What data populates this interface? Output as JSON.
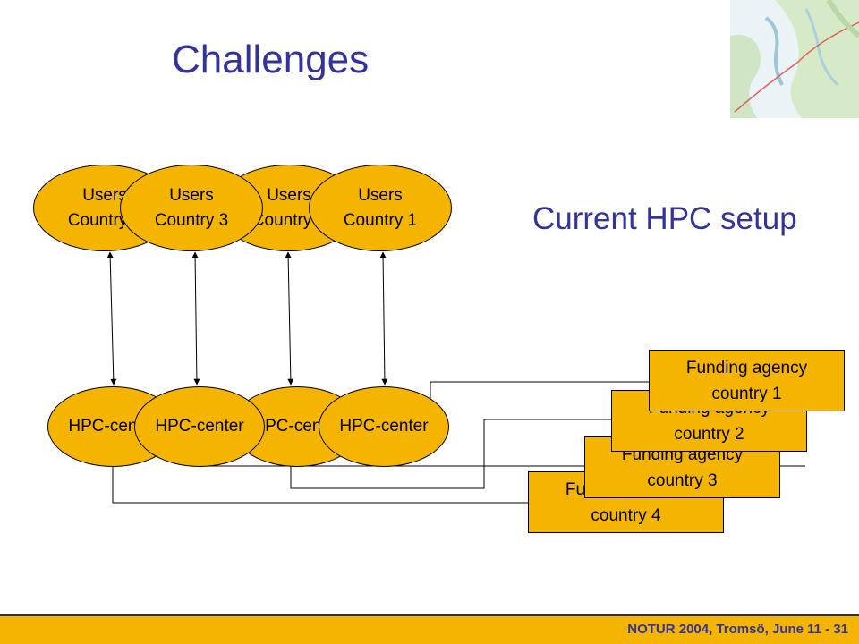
{
  "title": "Challenges",
  "subtitle": "Current HPC setup",
  "users": [
    {
      "line1": "Users",
      "line2": "Country 4"
    },
    {
      "line1": "Users",
      "line2": "Country 3"
    },
    {
      "line1": "Users",
      "line2": "Country 2"
    },
    {
      "line1": "Users",
      "line2": "Country 1"
    }
  ],
  "hpc_centers": [
    {
      "label": "HPC-center"
    },
    {
      "label": "HPC-center"
    },
    {
      "label": "HPC-center"
    },
    {
      "label": "HPC-center"
    }
  ],
  "funding": [
    {
      "line1": "Funding agency",
      "line2": "country 4"
    },
    {
      "line1": "Funding agency",
      "line2": "country 3"
    },
    {
      "line1": "Funding agency",
      "line2": "country 2"
    },
    {
      "line1": "Funding agency",
      "line2": "country 1"
    }
  ],
  "footer": "NOTUR 2004, Tromsö, June 11 - 31",
  "colors": {
    "title": "#333399",
    "node_fill": "#F5B400",
    "footer_bar": "#F5B400"
  }
}
